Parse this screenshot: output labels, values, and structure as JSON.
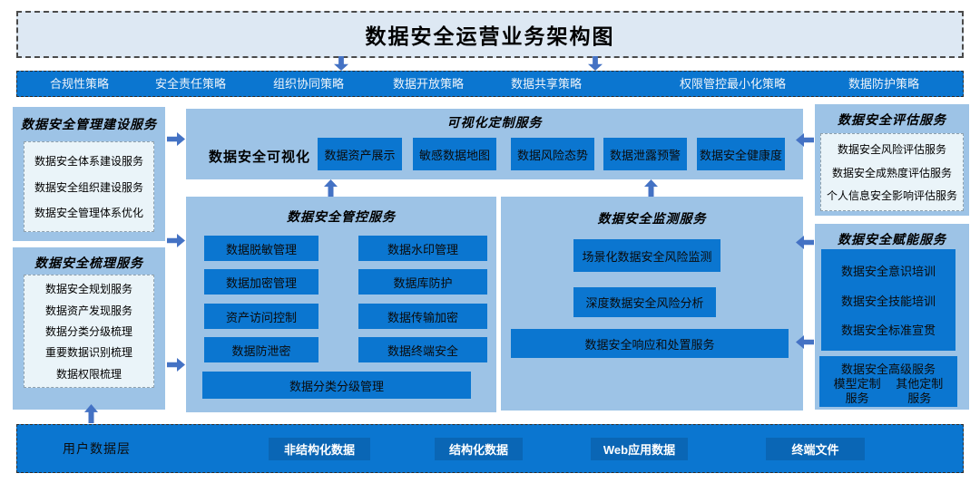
{
  "title": "数据安全运营业务架构图",
  "colors": {
    "bar_blue": "#0b76d0",
    "panel_blue": "#9dc3e6",
    "dark_button_blue": "#0a66b5",
    "arrow_blue": "#4472c4",
    "title_bar_bg": "#dde8f3",
    "inner_box_bg": "#eaf4f9"
  },
  "policy_bar": {
    "items": [
      "合规性策略",
      "安全责任策略",
      "组织协同策略",
      "数据开放策略",
      "数据共享策略",
      "权限管控最小化策略",
      "数据防护策略"
    ]
  },
  "left_column": {
    "management_panel": {
      "title": "数据安全管理建设服务",
      "items": [
        "数据安全体系建设服务",
        "数据安全组织建设服务",
        "数据安全管理体系优化"
      ]
    },
    "sorting_panel": {
      "title": "数据安全梳理服务",
      "items": [
        "数据安全规划服务",
        "数据资产发现服务",
        "数据分类分级梳理",
        "重要数据识别梳理",
        "数据权限梳理"
      ]
    }
  },
  "visualization_panel": {
    "title": "可视化定制服务",
    "label": "数据安全可视化",
    "buttons": [
      "数据资产展示",
      "敏感数据地图",
      "数据风险态势",
      "数据泄露预警",
      "数据安全健康度"
    ]
  },
  "control_panel": {
    "title": "数据安全管控服务",
    "left_buttons": [
      "数据脱敏管理",
      "数据加密管理",
      "资产访问控制",
      "数据防泄密"
    ],
    "right_buttons": [
      "数据水印管理",
      "数据库防护",
      "数据传输加密",
      "数据终端安全"
    ],
    "bottom_button": "数据分类分级管理"
  },
  "monitoring_panel": {
    "title": "数据安全监测服务",
    "buttons": [
      "场景化数据安全风险监测",
      "深度数据安全风险分析",
      "数据安全响应和处置服务"
    ]
  },
  "assessment_panel": {
    "title": "数据安全评估服务",
    "items": [
      "数据安全风险评估服务",
      "数据安全成熟度评估服务",
      "个人信息安全影响评估服务"
    ]
  },
  "enablement_panel": {
    "title": "数据安全赋能服务",
    "training_items": [
      "数据安全意识培训",
      "数据安全技能培训",
      "数据安全标准宣贯"
    ],
    "advanced": {
      "title": "数据安全高级服务",
      "items": [
        "模型定制服务",
        "其他定制服务"
      ]
    }
  },
  "bottom_bar": {
    "label": "用户数据层",
    "buttons": [
      "非结构化数据",
      "结构化数据",
      "Web应用数据",
      "终端文件"
    ]
  }
}
